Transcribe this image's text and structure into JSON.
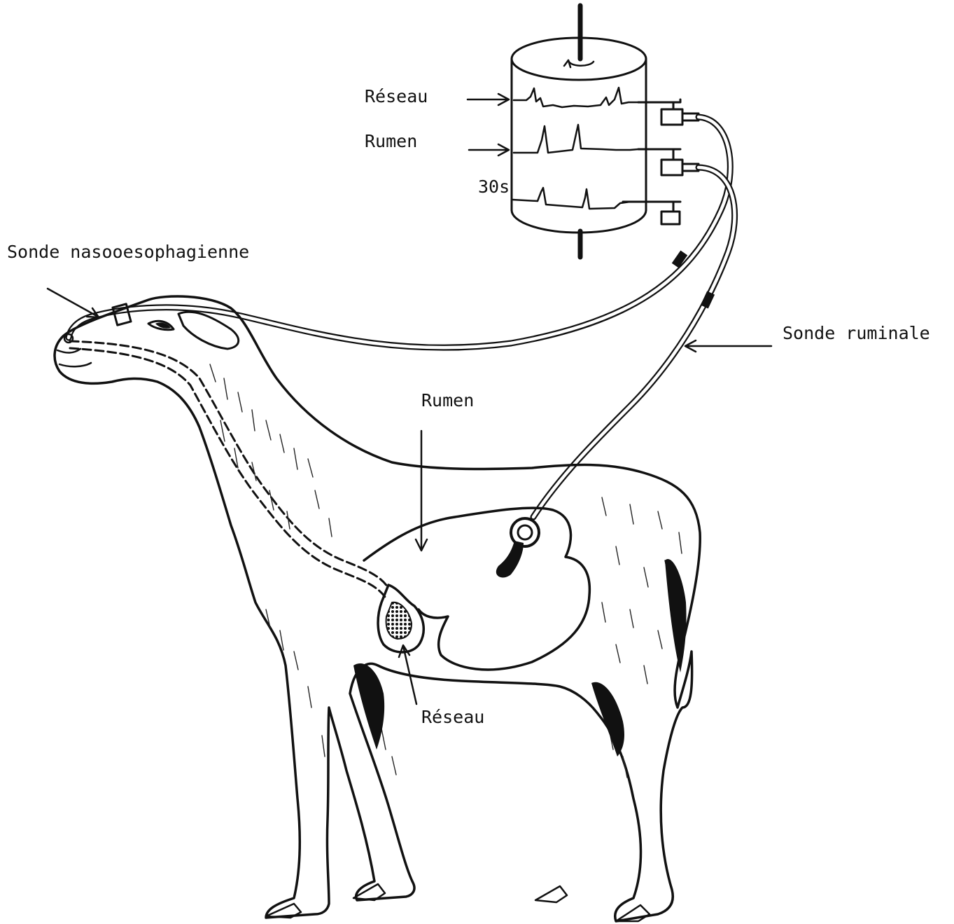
{
  "labels": {
    "sonde_naso": "Sonde nasooesophagienne",
    "reseau_top": "Réseau",
    "rumen_top": "Rumen",
    "time_scale": "30s",
    "sonde_ruminale": "Sonde ruminale",
    "rumen_mid": "Rumen",
    "reseau_bottom": "Réseau"
  },
  "colors": {
    "ink": "#111111",
    "paper": "#ffffff"
  }
}
